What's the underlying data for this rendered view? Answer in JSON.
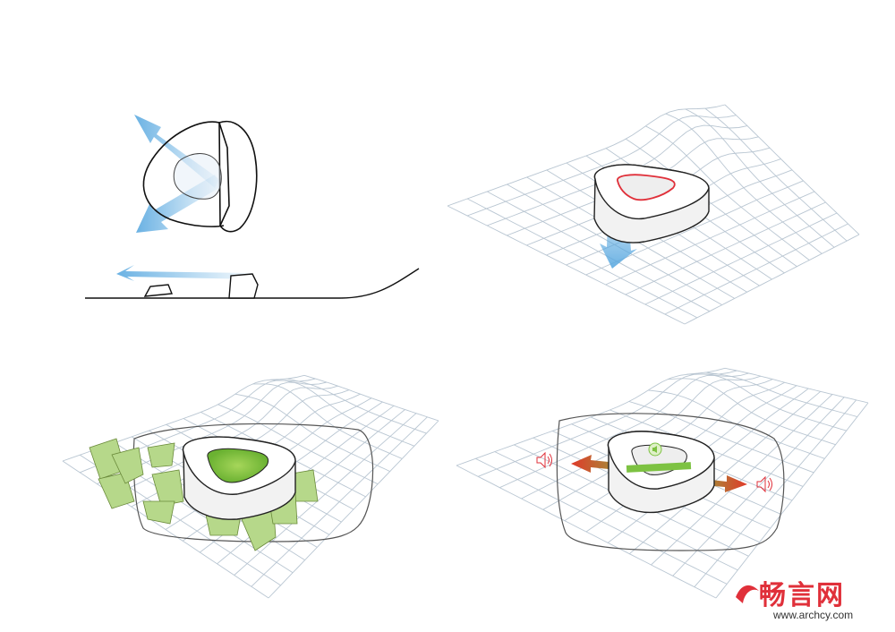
{
  "brand": {
    "title": "畅言网",
    "url": "www.archcy.com",
    "color": "#e0303a"
  },
  "colors": {
    "wind_arrow": "#5aa9e0",
    "grid_line": "#b9c6d2",
    "green_leaf": "#b6d88a",
    "green_bar": "#7dc242",
    "sound_arrow": "#e03a2a",
    "inner_red": "#e0303a"
  },
  "panels": [
    {
      "name": "wind-shelter-diagram"
    },
    {
      "name": "wind-flow-on-terrain-diagram"
    },
    {
      "name": "landscape-green-diagram"
    },
    {
      "name": "acoustic-diagram"
    }
  ],
  "icons": [
    "speaker-icon",
    "speaker-icon",
    "speaker-icon"
  ]
}
